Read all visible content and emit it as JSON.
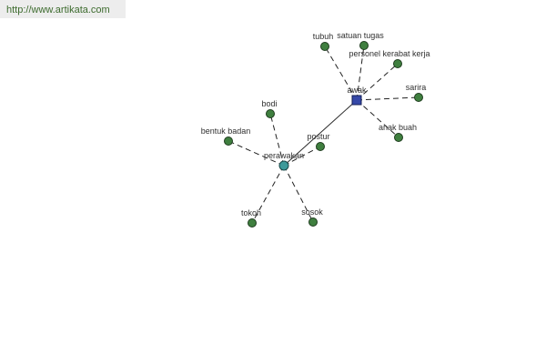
{
  "watermark": "http://www.artikata.com",
  "colors": {
    "node": "#3f7f3f",
    "hub_perawakan": "#3d9a9a",
    "hub_awak": "#3548a8",
    "watermark_text": "#3d6b2e"
  },
  "hubs": [
    {
      "id": "perawakan",
      "label": "perawakan"
    },
    {
      "id": "awak",
      "label": "awak"
    }
  ],
  "synonyms": [
    {
      "id": "bodi",
      "label": "bodi",
      "hub": "perawakan"
    },
    {
      "id": "bentuk-badan",
      "label": "bentuk badan",
      "hub": "perawakan"
    },
    {
      "id": "postur",
      "label": "postur",
      "hub": "perawakan"
    },
    {
      "id": "tokoh",
      "label": "tokoh",
      "hub": "perawakan"
    },
    {
      "id": "sosok",
      "label": "sosok",
      "hub": "perawakan"
    },
    {
      "id": "tubuh",
      "label": "tubuh",
      "hub": "awak"
    },
    {
      "id": "satuan-tugas",
      "label": "satuan tugas",
      "hub": "awak"
    },
    {
      "id": "personel-kerabat-kerja",
      "label": "personel kerabat kerja",
      "hub": "awak"
    },
    {
      "id": "sarira",
      "label": "sarira",
      "hub": "awak"
    },
    {
      "id": "anak-buah",
      "label": "anak buah",
      "hub": "awak"
    }
  ]
}
